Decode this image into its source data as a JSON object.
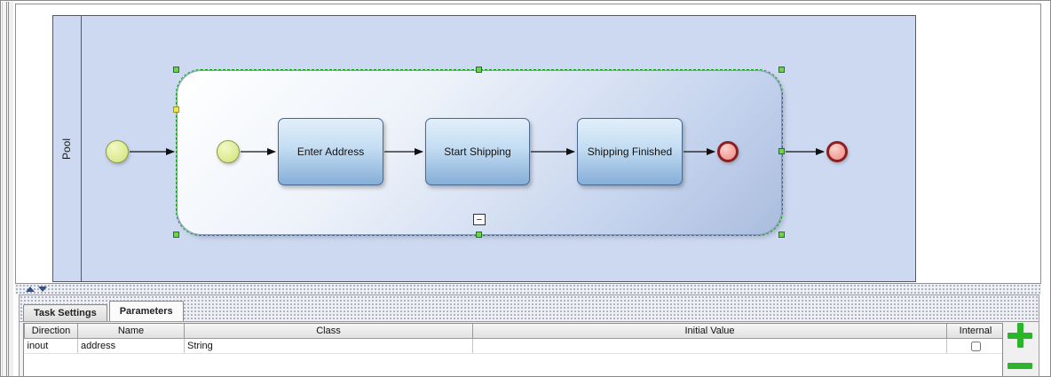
{
  "diagram": {
    "pool_label": "Pool",
    "tasks": [
      {
        "label": "Enter Address"
      },
      {
        "label": "Start Shipping"
      },
      {
        "label": "Shipping Finished"
      }
    ],
    "subprocess": {
      "collapse_glyph": "−"
    }
  },
  "panel": {
    "tabs": [
      {
        "label": "Task Settings",
        "active": false
      },
      {
        "label": "Parameters",
        "active": true
      }
    ],
    "table": {
      "columns": [
        "Direction",
        "Name",
        "Class",
        "Initial Value",
        "Internal"
      ],
      "rows": [
        {
          "direction": "inout",
          "name": "address",
          "class": "String",
          "initial_value": "",
          "internal_checked": false
        }
      ]
    },
    "buttons": {
      "add_icon": "plus-icon",
      "remove_icon": "minus-icon"
    }
  },
  "colors": {
    "accent_green": "#2cb52c",
    "selection_green": "#00aa00",
    "pool_fill": "#ccd9f0",
    "task_fill_top": "#e2effb",
    "task_fill_bottom": "#85aed8",
    "start_event_fill": "#e3efa0",
    "end_event_fill": "#f4aba5",
    "end_event_border": "#8b2020"
  }
}
